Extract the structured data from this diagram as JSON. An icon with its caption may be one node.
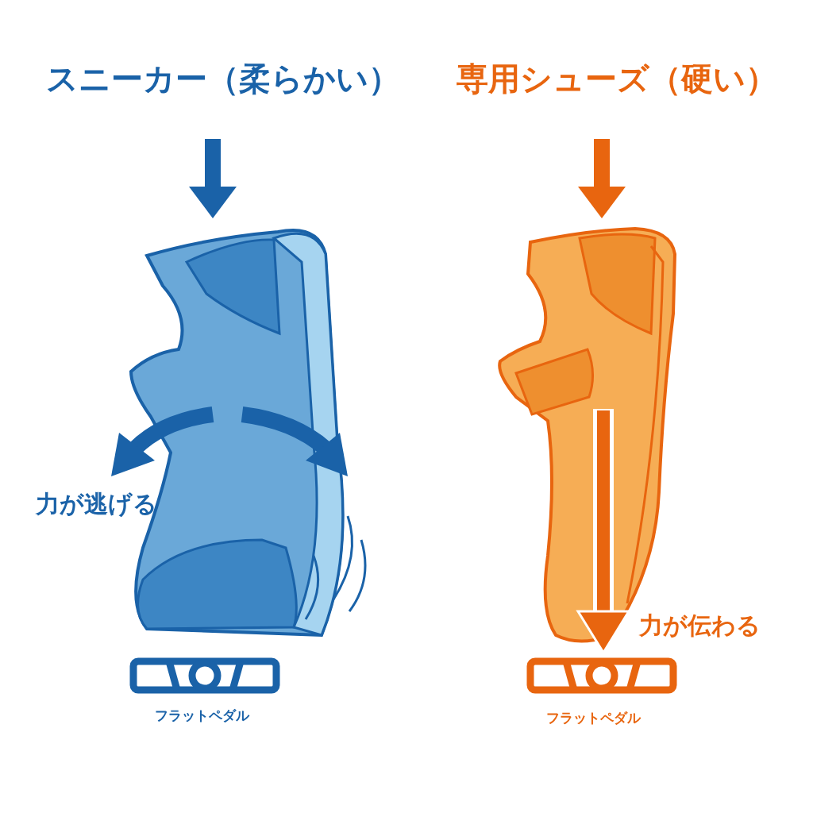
{
  "diagram": {
    "labels": [
      "スニーカー（柔らかい）",
      "専用シューズ（硬い）",
      "力が逃げる",
      "力が伝わる",
      "フラットペダル",
      "フラットペダル"
    ]
  }
}
